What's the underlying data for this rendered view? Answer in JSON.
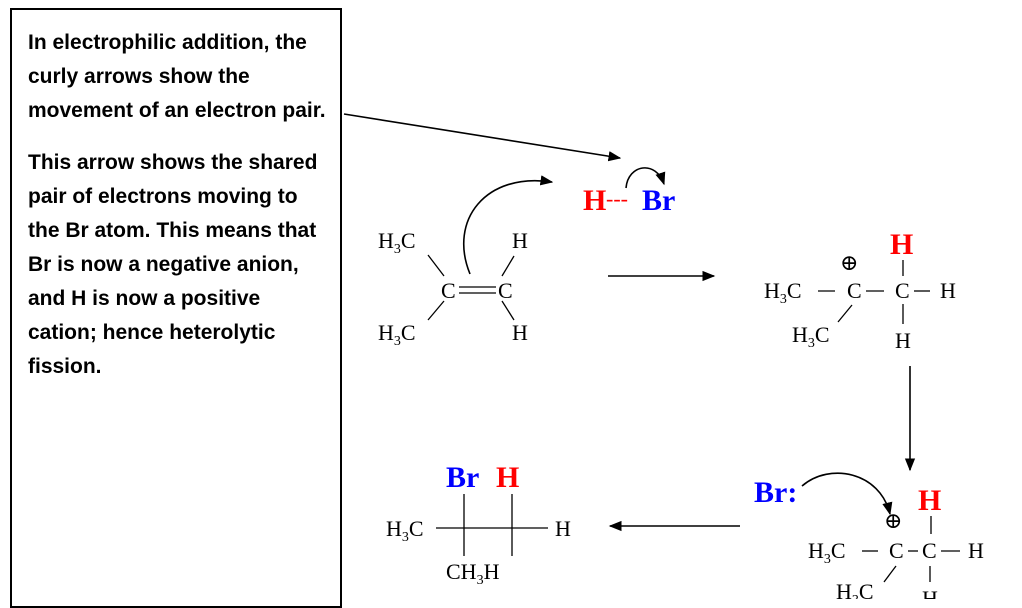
{
  "explanation": {
    "paragraph_1": "In electrophilic addition, the curly arrows show the movement of an electron pair.",
    "paragraph_2": "This arrow shows the shared pair of electrons moving to the Br atom. This means that Br is now a negative anion, and H is now a positive cation; hence heterolytic fission."
  },
  "labels": {
    "hydrogen": "H",
    "bromine": "Br",
    "bromide": "Br:",
    "dashes": "---",
    "carbon": "C",
    "methyl_c": "H",
    "methyl_tail": "C",
    "subscript_3": "3",
    "ch3h": "CH",
    "ch3h_tail": "H",
    "plus": "⊕"
  },
  "colors": {
    "hydrogen_highlight": "#ff0000",
    "bromine_highlight": "#0000ff"
  }
}
